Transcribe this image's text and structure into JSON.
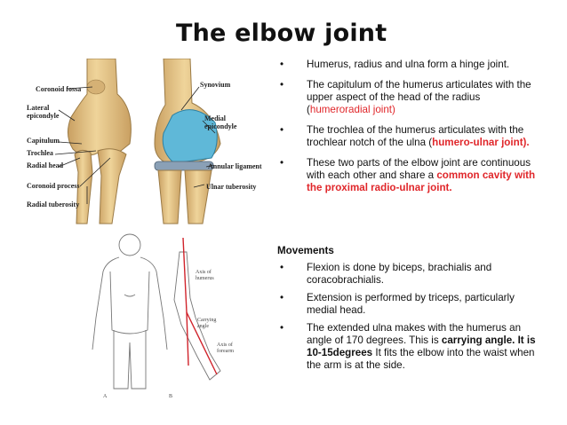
{
  "title": "The elbow joint",
  "figure_top": {
    "labels": {
      "coronoid_fossa": "Coronoid fossa",
      "lateral_epicondyle_1": "Lateral",
      "lateral_epicondyle_2": "epicondyle",
      "capitulum": "Capitulum",
      "trochlea": "Trochlea",
      "radial_head": "Radial head",
      "coronoid_process": "Coronoid process",
      "radial_tuberosity": "Radial tuberosity",
      "synovium": "Synovium",
      "medial_epicondyle_1": "Medial",
      "medial_epicondyle_2": "epicondyle",
      "annular_ligament": "Annular ligament",
      "ulnar_tuberosity": "Ulnar tuberosity"
    },
    "colors": {
      "bone": "#e9c98c",
      "bone_shadow": "#c9a062",
      "synovium": "#5fb8d8",
      "ligament": "#8aa0b6"
    }
  },
  "figure_bottom": {
    "labels": {
      "axis_humerus_1": "Axis of",
      "axis_humerus_2": "humerus",
      "carrying_1": "Carrying",
      "carrying_2": "angle",
      "axis_forearm_1": "Axis of",
      "axis_forearm_2": "forearm",
      "label_a": "A",
      "label_b": "B"
    },
    "colors": {
      "axis_line": "#d0232b",
      "outline": "#777777"
    }
  },
  "bullets": [
    {
      "parts": [
        {
          "t": "Humerus, radius and ulna form a hinge joint."
        }
      ]
    },
    {
      "parts": [
        {
          "t": "The capitulum of the humerus articulates with the upper aspect of the head of the radius ("
        },
        {
          "t": "humeroradial joint)",
          "style": "red"
        }
      ]
    },
    {
      "parts": [
        {
          "t": "The trochlea of the humerus articulates with the trochlear notch of the ulna ("
        },
        {
          "t": "humero-ulnar joint).",
          "style": "redbold"
        }
      ]
    },
    {
      "parts": [
        {
          "t": "These two parts of the elbow joint are continuous with each other and share a "
        },
        {
          "t": "common cavity with the proximal radio-ulnar joint.",
          "style": "redbold"
        }
      ]
    }
  ],
  "bullet_symbol": "•",
  "movements": {
    "heading": "Movements",
    "items": [
      {
        "parts": [
          {
            "t": "Flexion is done by biceps, brachialis and coracobrachialis."
          }
        ]
      },
      {
        "parts": [
          {
            "t": "Extension is performed by triceps, particularly medial head."
          }
        ]
      },
      {
        "parts": [
          {
            "t": "The extended ulna makes with the humerus an angle of 170 degrees. This is "
          },
          {
            "t": "carrying angle. It is 10-15degrees",
            "style": "bold"
          },
          {
            "t": " It fits the elbow into the waist when the arm is at the side."
          }
        ]
      }
    ]
  }
}
